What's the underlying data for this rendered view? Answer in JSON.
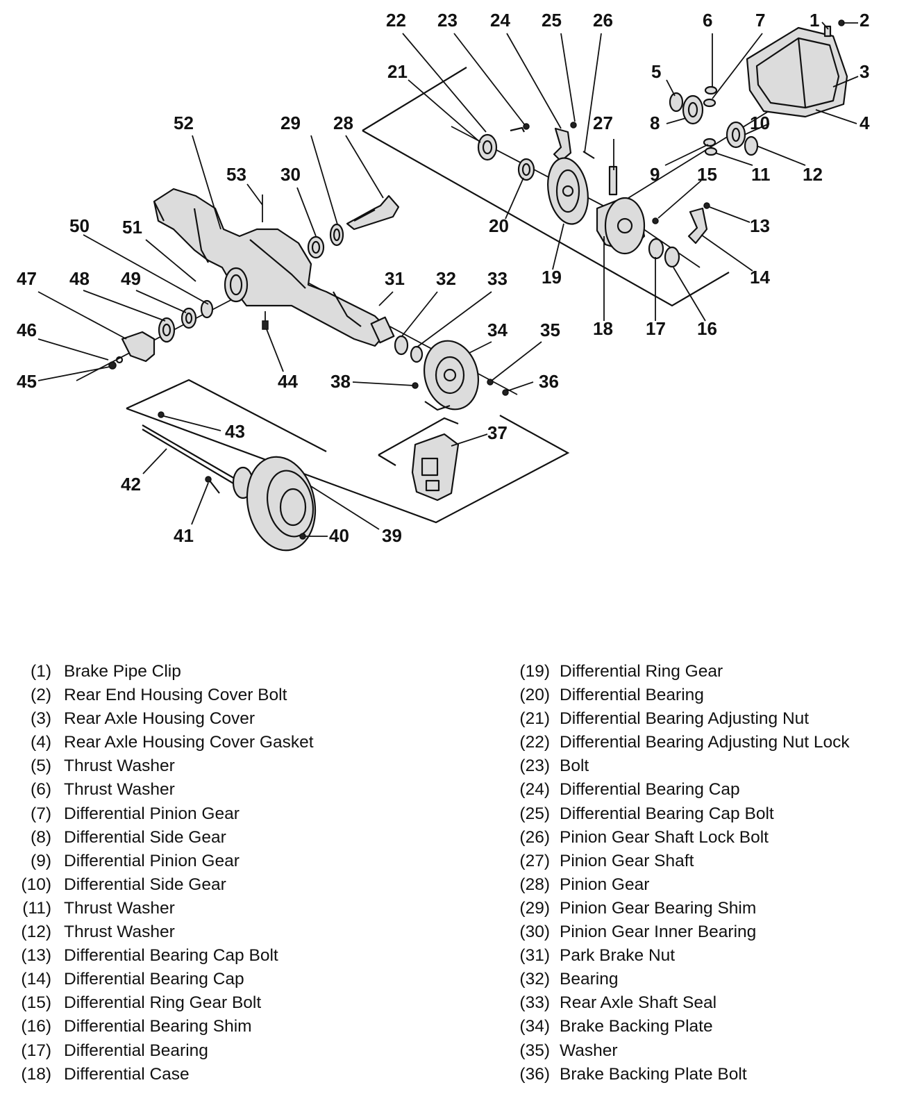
{
  "callouts": [
    "1",
    "2",
    "3",
    "4",
    "5",
    "6",
    "7",
    "8",
    "9",
    "10",
    "11",
    "12",
    "13",
    "14",
    "15",
    "16",
    "17",
    "18",
    "19",
    "20",
    "21",
    "22",
    "23",
    "24",
    "25",
    "26",
    "27",
    "28",
    "29",
    "30",
    "31",
    "32",
    "33",
    "34",
    "35",
    "36",
    "37",
    "38",
    "39",
    "40",
    "41",
    "42",
    "43",
    "44",
    "45",
    "46",
    "47",
    "48",
    "49",
    "50",
    "51",
    "52",
    "53"
  ],
  "legend_left": [
    {
      "num": "(1)",
      "label": "Brake Pipe Clip"
    },
    {
      "num": "(2)",
      "label": "Rear End Housing Cover Bolt"
    },
    {
      "num": "(3)",
      "label": "Rear Axle Housing Cover"
    },
    {
      "num": "(4)",
      "label": "Rear Axle Housing Cover Gasket"
    },
    {
      "num": "(5)",
      "label": "Thrust Washer"
    },
    {
      "num": "(6)",
      "label": "Thrust Washer"
    },
    {
      "num": "(7)",
      "label": "Differential Pinion Gear"
    },
    {
      "num": "(8)",
      "label": "Differential Side Gear"
    },
    {
      "num": "(9)",
      "label": "Differential Pinion Gear"
    },
    {
      "num": "(10)",
      "label": "Differential Side Gear"
    },
    {
      "num": "(11)",
      "label": "Thrust Washer"
    },
    {
      "num": "(12)",
      "label": "Thrust Washer"
    },
    {
      "num": "(13)",
      "label": "Differential Bearing Cap Bolt"
    },
    {
      "num": "(14)",
      "label": "Differential Bearing Cap"
    },
    {
      "num": "(15)",
      "label": "Differential Ring Gear Bolt"
    },
    {
      "num": "(16)",
      "label": "Differential Bearing Shim"
    },
    {
      "num": "(17)",
      "label": "Differential Bearing"
    },
    {
      "num": "(18)",
      "label": "Differential Case"
    }
  ],
  "legend_right": [
    {
      "num": "(19)",
      "label": "Differential Ring Gear"
    },
    {
      "num": "(20)",
      "label": "Differential Bearing"
    },
    {
      "num": "(21)",
      "label": "Differential Bearing Adjusting Nut"
    },
    {
      "num": "(22)",
      "label": "Differential Bearing Adjusting Nut Lock"
    },
    {
      "num": "(23)",
      "label": "Bolt"
    },
    {
      "num": "(24)",
      "label": "Differential Bearing Cap"
    },
    {
      "num": "(25)",
      "label": "Differential Bearing Cap Bolt"
    },
    {
      "num": "(26)",
      "label": "Pinion Gear Shaft Lock Bolt"
    },
    {
      "num": "(27)",
      "label": "Pinion Gear Shaft"
    },
    {
      "num": "(28)",
      "label": "Pinion Gear"
    },
    {
      "num": "(29)",
      "label": "Pinion Gear Bearing Shim"
    },
    {
      "num": "(30)",
      "label": "Pinion Gear Inner Bearing"
    },
    {
      "num": "(31)",
      "label": "Park Brake Nut"
    },
    {
      "num": "(32)",
      "label": "Bearing"
    },
    {
      "num": "(33)",
      "label": "Rear Axle Shaft Seal"
    },
    {
      "num": "(34)",
      "label": "Brake Backing Plate"
    },
    {
      "num": "(35)",
      "label": "Washer"
    },
    {
      "num": "(36)",
      "label": "Brake Backing Plate Bolt"
    }
  ]
}
